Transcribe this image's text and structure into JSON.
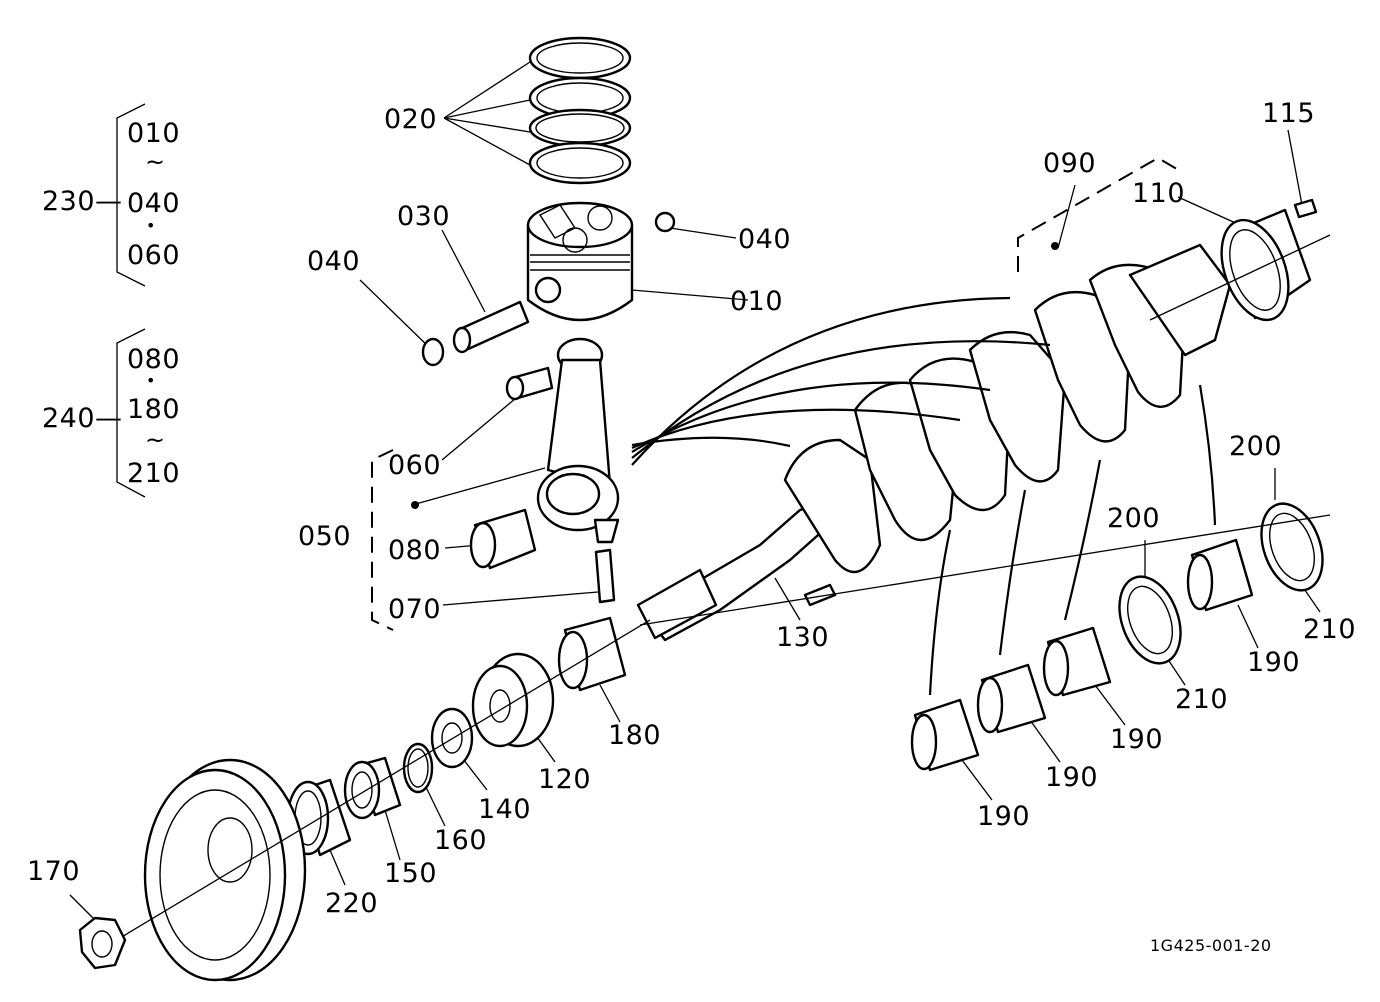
{
  "drawing_id": "1G425-001-20",
  "group_230": {
    "number": "230",
    "items": [
      "010",
      "040",
      "060"
    ],
    "separators": [
      "~",
      "•"
    ]
  },
  "group_240": {
    "number": "240",
    "items": [
      "080",
      "180",
      "210"
    ],
    "separators": [
      "•",
      "~"
    ]
  },
  "parts": {
    "p010": "010",
    "p020": "020",
    "p030": "030",
    "p040a": "040",
    "p040b": "040",
    "p050": "050",
    "p060": "060",
    "p070": "070",
    "p080": "080",
    "p090": "090",
    "p110": "110",
    "p115": "115",
    "p120": "120",
    "p130": "130",
    "p140": "140",
    "p150": "150",
    "p160": "160",
    "p170": "170",
    "p180": "180",
    "p190a": "190",
    "p190b": "190",
    "p190c": "190",
    "p190d": "190",
    "p200a": "200",
    "p200b": "200",
    "p210a": "210",
    "p210b": "210",
    "p220": "220"
  }
}
